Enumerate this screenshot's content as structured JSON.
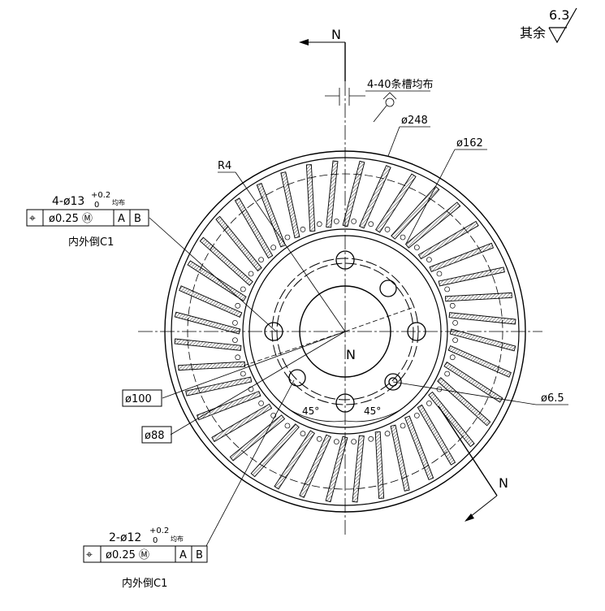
{
  "roughness": {
    "prefix": "其余",
    "value": "6.3"
  },
  "section_label": "N",
  "annotations": {
    "slot_note": "4-40条槽均布",
    "dia_outer": "ø248",
    "dia_inner_ring": "ø162",
    "radius": "R4",
    "dia_100": "ø100",
    "dia_88": "ø88",
    "dia_small": "ø6.5",
    "angle_left": "45°",
    "angle_right": "45°"
  },
  "callout_top": {
    "spec": "4-ø13",
    "tol_upper": "+0.2",
    "tol_lower": "0",
    "suffix": "均布",
    "frame": [
      "⌖",
      "ø0.25 Ⓜ",
      "A",
      "B"
    ],
    "chamfer": "内外倒C1"
  },
  "callout_bottom": {
    "spec": "2-ø12",
    "tol_upper": "+0.2",
    "tol_lower": "0",
    "suffix": "均布",
    "frame": [
      "⌖",
      "ø0.25 Ⓜ",
      "A",
      "B"
    ],
    "chamfer": "内外倒C1"
  }
}
